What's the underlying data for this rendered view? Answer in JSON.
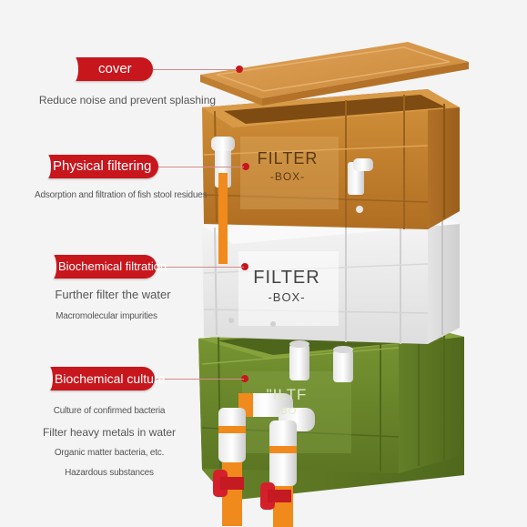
{
  "labels": {
    "cover": {
      "title": "cover",
      "desc": [
        "Reduce noise and prevent splashing"
      ]
    },
    "physical": {
      "title": "Physical filtering",
      "desc": [
        "Adsorption and filtration of fish stool residues"
      ]
    },
    "biochemical_filtration": {
      "title": "Biochemical filtration",
      "desc": [
        "Further filter the water",
        "Macromolecular impurities"
      ]
    },
    "biochemical_culture": {
      "title": "Biochemical culture",
      "desc": [
        "Culture of confirmed bacteria",
        "Filter heavy metals in water",
        "Organic matter bacteria, etc.",
        "Hazardous substances"
      ]
    }
  },
  "boxes": {
    "top": {
      "line1": "FILTER",
      "line2": "-BOX-",
      "color": "#c9842f"
    },
    "middle": {
      "line1": "FILTER",
      "line2": "-BOX-",
      "color": "#eeeeee"
    },
    "bottom": {
      "line1": "\"ILTF",
      "line2": "-BO",
      "color": "#6e8a2d"
    }
  },
  "colors": {
    "accent_red": "#c8161d",
    "pipe_orange": "#f08a1c",
    "valve_red": "#d4202a"
  }
}
